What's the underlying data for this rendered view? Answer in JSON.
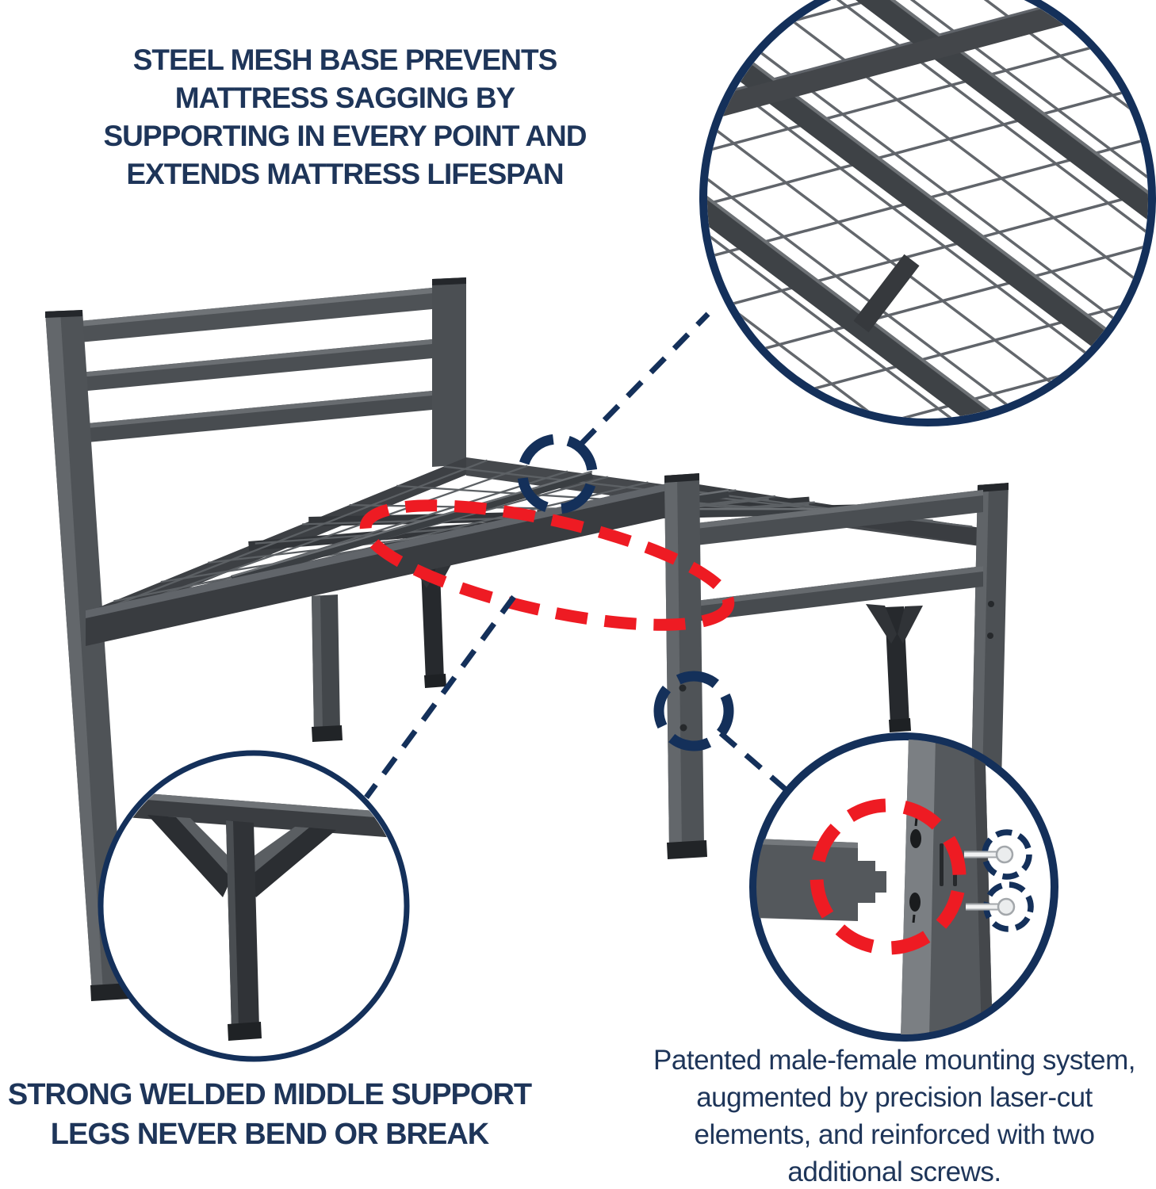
{
  "title": "Metal bed frame feature infographic",
  "colors": {
    "navy": "#1e3559",
    "callout_border_navy": "#14305a",
    "highlight_red": "#ee1b23",
    "metal_light": "#797d81",
    "metal_mid": "#55595d",
    "metal_dark": "#34373b",
    "metal_darker": "#26292d",
    "mesh_wire": "#5c6064",
    "background": "#ffffff"
  },
  "annotations": {
    "top_note": {
      "lines": [
        "STEEL MESH BASE PREVENTS",
        "MATTRESS SAGGING BY",
        "SUPPORTING IN EVERY POINT AND",
        "EXTENDS MATTRESS LIFESPAN"
      ]
    },
    "bottom_left_note": {
      "lines": [
        "STRONG WELDED MIDDLE SUPPORT",
        "LEGS NEVER BEND OR BREAK"
      ]
    },
    "bottom_right_note": {
      "lines": [
        "Patented male-female mounting system,",
        "augmented by precision laser-cut",
        "elements, and reinforced with two",
        "additional screws."
      ]
    }
  }
}
